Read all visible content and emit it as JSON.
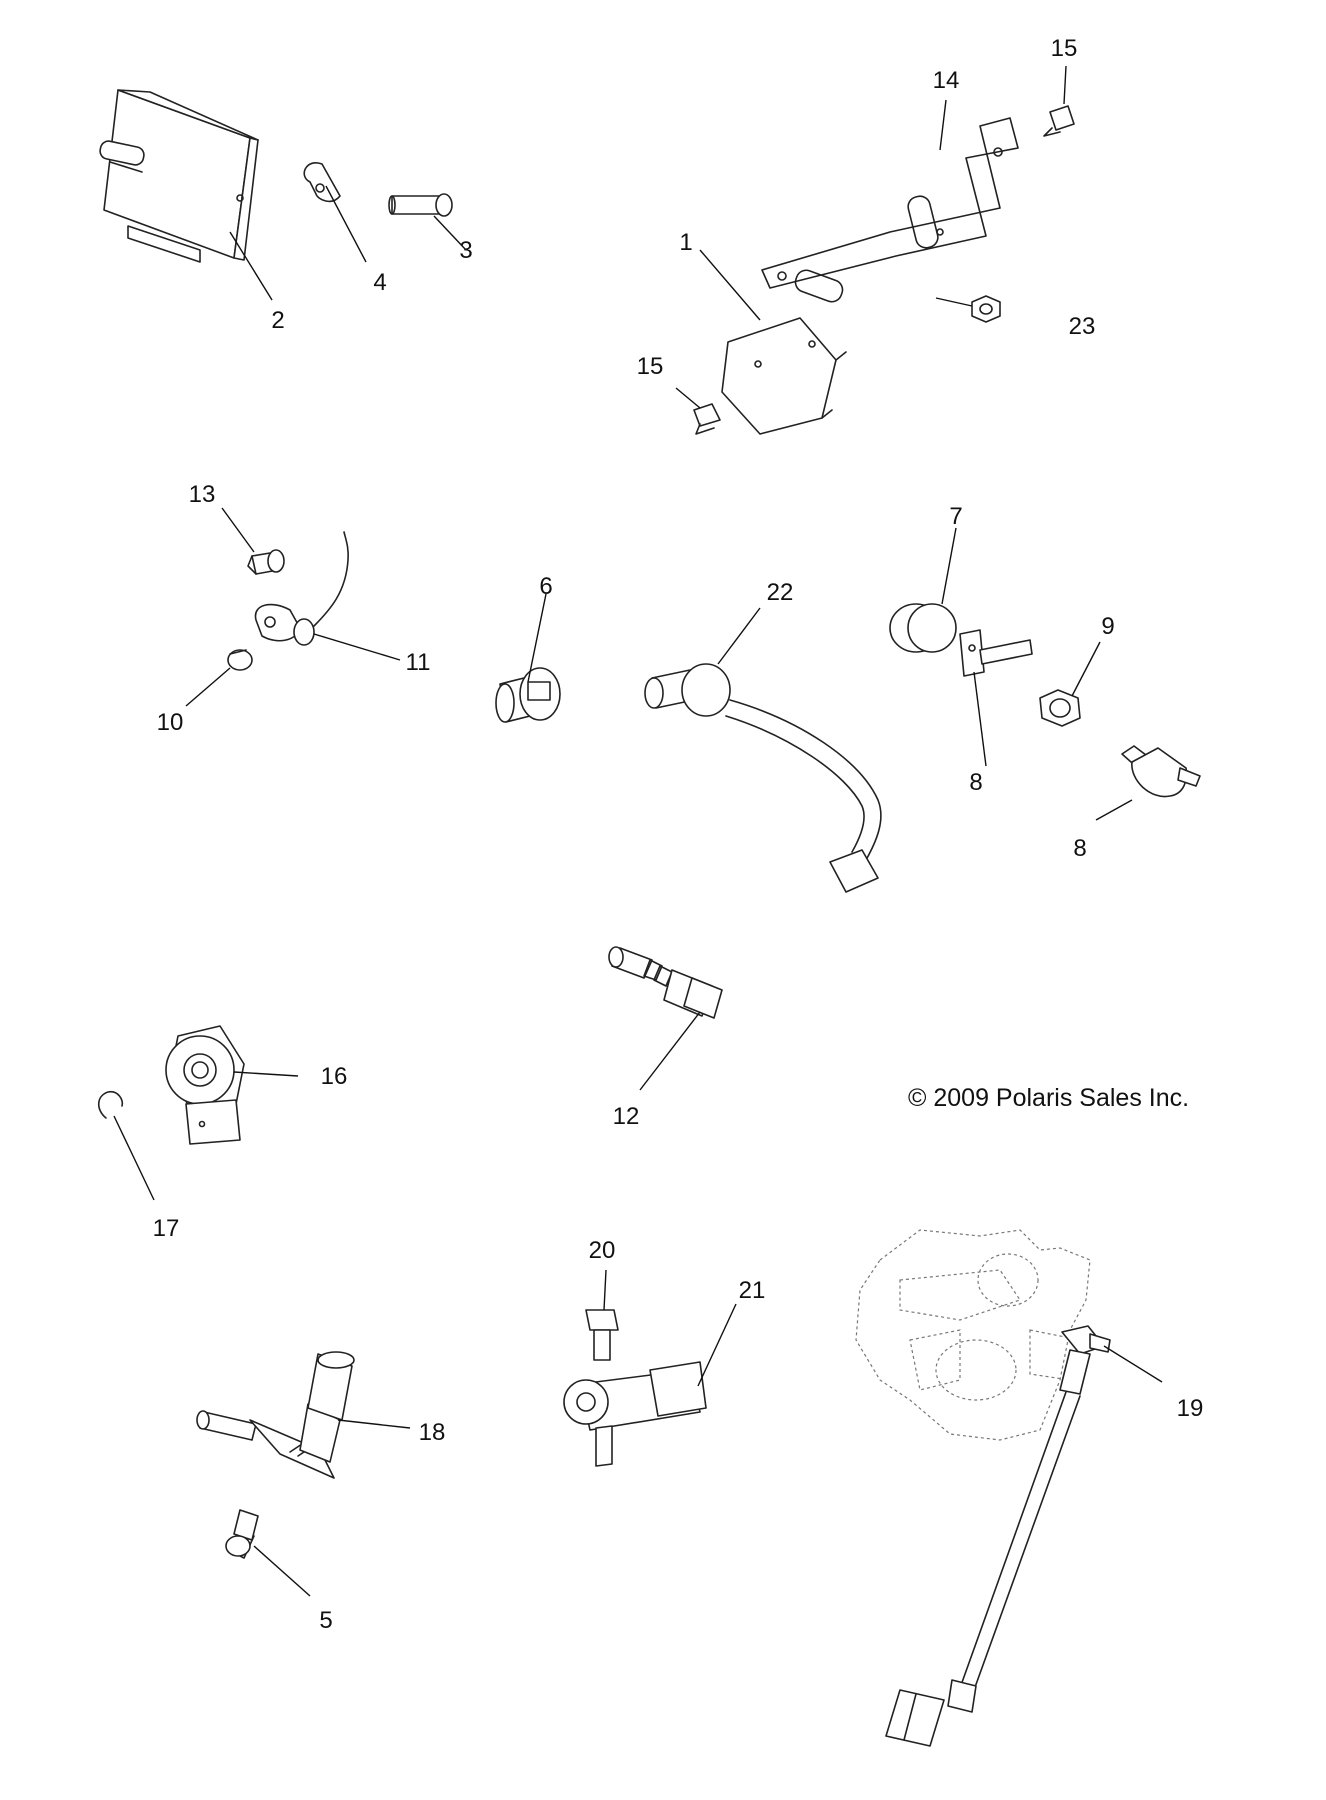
{
  "copyright": "© 2009 Polaris Sales Inc.",
  "callouts": {
    "c1": "1",
    "c2": "2",
    "c3": "3",
    "c4": "4",
    "c5": "5",
    "c6": "6",
    "c7": "7",
    "c8a": "8",
    "c8b": "8",
    "c9": "9",
    "c10": "10",
    "c11": "11",
    "c12": "12",
    "c13": "13",
    "c14": "14",
    "c15a": "15",
    "c15b": "15",
    "c16": "16",
    "c17": "17",
    "c18": "18",
    "c19": "19",
    "c20": "20",
    "c21": "21",
    "c22": "22",
    "c23": "23"
  }
}
